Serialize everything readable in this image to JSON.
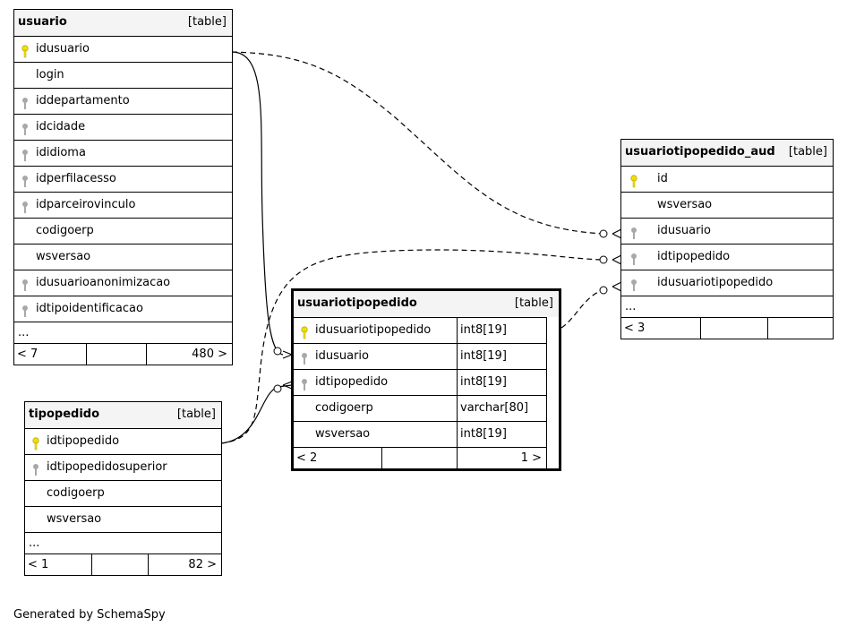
{
  "kind_label": "[table]",
  "tables": {
    "usuario": {
      "name": "usuario",
      "columns": [
        "idusuario",
        "login",
        "iddepartamento",
        "idcidade",
        "ididioma",
        "idperfilacesso",
        "idparceirovinculo",
        "codigoerp",
        "wsversao",
        "idusuarioanonimizacao",
        "idtipoidentificacao"
      ],
      "ellipsis": "...",
      "footer": {
        "left": "< 7",
        "right": "480 >"
      }
    },
    "tipopedido": {
      "name": "tipopedido",
      "columns": [
        "idtipopedido",
        "idtipopedidosuperior",
        "codigoerp",
        "wsversao"
      ],
      "ellipsis": "...",
      "footer": {
        "left": "< 1",
        "right": "82 >"
      }
    },
    "usuariotipopedido": {
      "name": "usuariotipopedido",
      "columns": [
        "idusuariotipopedido",
        "idusuario",
        "idtipopedido",
        "codigoerp",
        "wsversao"
      ],
      "types": [
        "int8[19]",
        "int8[19]",
        "int8[19]",
        "varchar[80]",
        "int8[19]"
      ],
      "footer": {
        "left": "< 2",
        "right": "1 >"
      }
    },
    "usuariotipopedido_aud": {
      "name": "usuariotipopedido_aud",
      "columns": [
        "id",
        "wsversao",
        "idusuario",
        "idtipopedido",
        "idusuariotipopedido"
      ],
      "ellipsis": "...",
      "footer": {
        "left": "< 3",
        "right": ""
      }
    }
  },
  "credit": "Generated by SchemaSpy",
  "colors": {
    "primary_key": "#f2e100",
    "foreign_key": "#a8a8a8"
  }
}
